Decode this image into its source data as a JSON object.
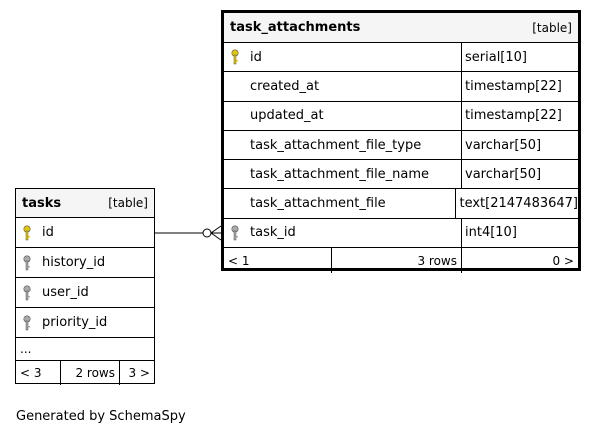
{
  "task_attachments": {
    "name": "task_attachments",
    "kind": "[table]",
    "columns": [
      {
        "name": "id",
        "type": "serial[10]",
        "key": "primary"
      },
      {
        "name": "created_at",
        "type": "timestamp[22]",
        "key": ""
      },
      {
        "name": "updated_at",
        "type": "timestamp[22]",
        "key": ""
      },
      {
        "name": "task_attachment_file_type",
        "type": "varchar[50]",
        "key": ""
      },
      {
        "name": "task_attachment_file_name",
        "type": "varchar[50]",
        "key": ""
      },
      {
        "name": "task_attachment_file",
        "type": "text[2147483647]",
        "key": ""
      },
      {
        "name": "task_id",
        "type": "int4[10]",
        "key": "foreign"
      }
    ],
    "footer": {
      "left": "< 1",
      "middle": "3 rows",
      "right": "0 >"
    }
  },
  "tasks": {
    "name": "tasks",
    "kind": "[table]",
    "columns": [
      {
        "name": "id",
        "key": "primary"
      },
      {
        "name": "history_id",
        "key": "foreign"
      },
      {
        "name": "user_id",
        "key": "foreign"
      },
      {
        "name": "priority_id",
        "key": "foreign"
      }
    ],
    "ellipsis": "...",
    "footer": {
      "left": "< 3",
      "middle": "2 rows",
      "right": "3 >"
    }
  },
  "caption": "Generated by SchemaSpy",
  "colors": {
    "primary_key": "#e6c800",
    "foreign_key": "#aaaaaa",
    "header_bg": "#f5f5f5"
  }
}
